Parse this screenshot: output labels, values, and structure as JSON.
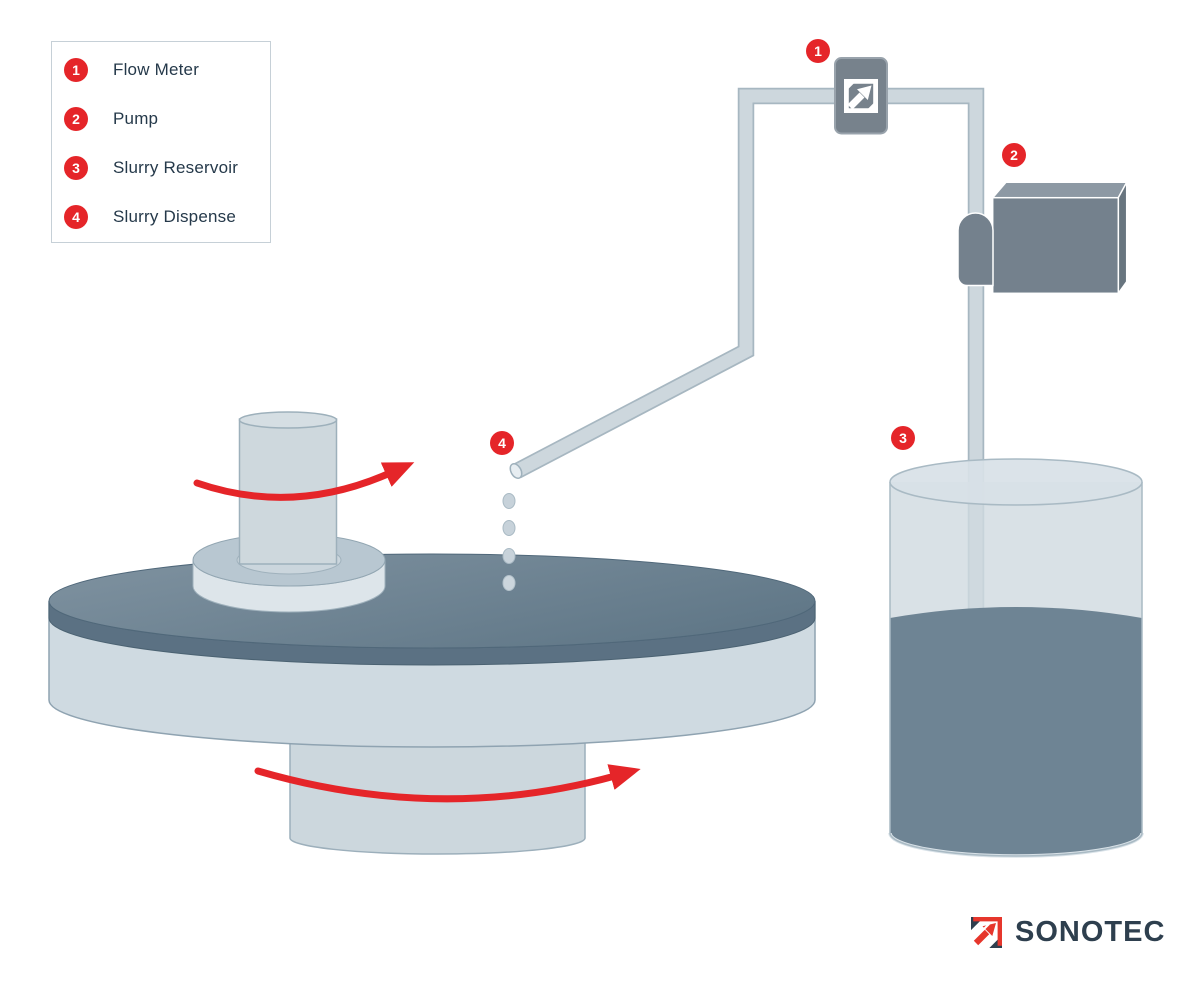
{
  "legend": {
    "items": [
      {
        "number": "1",
        "label": "Flow Meter"
      },
      {
        "number": "2",
        "label": "Pump"
      },
      {
        "number": "3",
        "label": "Slurry Reservoir"
      },
      {
        "number": "4",
        "label": "Slurry Dispense"
      }
    ]
  },
  "logo": {
    "text": "SONOTEC"
  },
  "icons": {
    "flow_meter_icon": "sonotec-arrow-square-white",
    "logo_icon": "sonotec-arrow-square-red-navy"
  },
  "colors": {
    "accent_red": "#e52529",
    "logo_navy": "#2e3f4e",
    "text_dark": "#25394a",
    "device_slate_front": "#74818d",
    "device_slate_top": "#8d99a4",
    "device_slate_side": "#68757f",
    "pipe_fill": "#cdd7dd",
    "pipe_stroke": "#a7b7c1",
    "pad_dark": "#64798a",
    "pad_side": "#5b7183",
    "platen_light": "#cfdae1",
    "tank_fill": "#cfdae0",
    "slurry": "#6e8494",
    "droplet": "#c7d2da",
    "legend_border": "#c6d0d7"
  }
}
